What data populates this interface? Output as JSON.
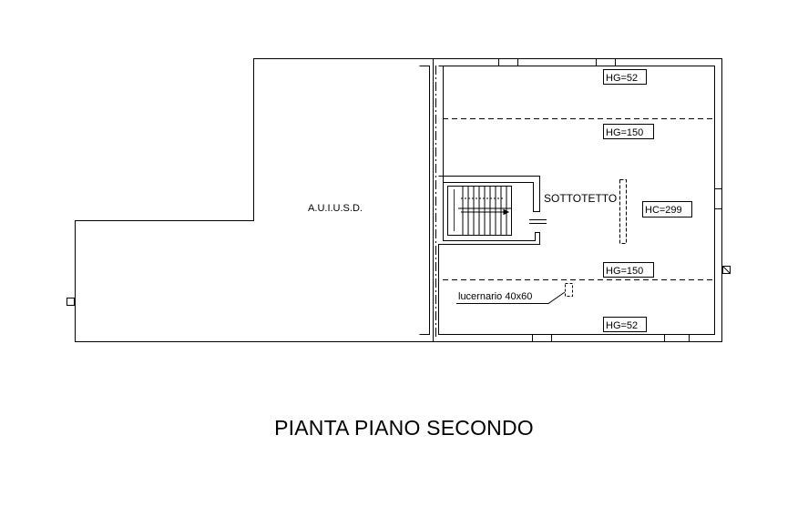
{
  "plan": {
    "title": "PIANTA PIANO SECONDO",
    "labels": {
      "neighbor": "A.U.I.U.S.D.",
      "room": "SOTTOTETTO",
      "skylight": "lucernario 40x60"
    },
    "tags": {
      "hg_top": "HG=52",
      "hg_upper": "HG=150",
      "hc_center": "HC=299",
      "hg_lower": "HG=150",
      "hg_bottom": "HG=52"
    }
  }
}
